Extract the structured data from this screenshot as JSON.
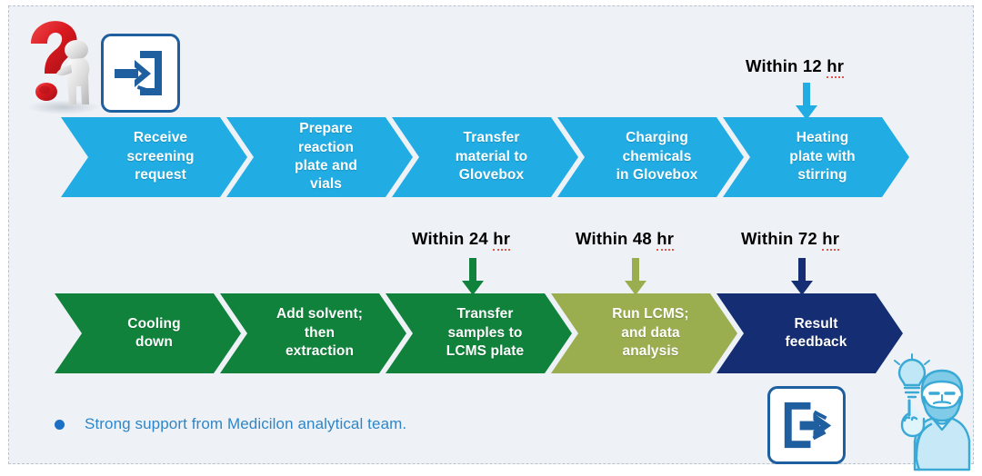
{
  "slide": {
    "background_color": "#eef2f7",
    "border_style": "dashed"
  },
  "colors": {
    "cyan": "#21ade4",
    "dark_green": "#11823b",
    "olive_green": "#9aae50",
    "navy": "#152d72",
    "bullet_blue": "#2e86c8",
    "icon_blue": "#1f5fa0",
    "question_mark_red": "#d71920"
  },
  "top_row": {
    "color": "#21ade4",
    "steps": [
      {
        "label": "Receive\nscreening\nrequest"
      },
      {
        "label": "Prepare\nreaction\nplate and\nvials"
      },
      {
        "label": "Transfer\nmaterial to\nGlovebox"
      },
      {
        "label": "Charging\nchemicals\nin Glovebox"
      },
      {
        "label": "Heating\nplate with\nstirring"
      }
    ]
  },
  "bottom_row": {
    "steps": [
      {
        "label": "Cooling\ndown",
        "color": "#11823b"
      },
      {
        "label": "Add solvent;\nthen\nextraction",
        "color": "#11823b"
      },
      {
        "label": "Transfer\nsamples to\nLCMS plate",
        "color": "#11823b"
      },
      {
        "label": "Run LCMS;\nand data\nanalysis",
        "color": "#9aae50"
      },
      {
        "label": "Result\nfeedback",
        "color": "#152d72"
      }
    ]
  },
  "timing_callouts": [
    {
      "prefix": "Within 12 ",
      "unit": "hr",
      "arrow_color": "#21ade4"
    },
    {
      "prefix": "Within 24 ",
      "unit": "hr",
      "arrow_color": "#11823b"
    },
    {
      "prefix": "Within 48 ",
      "unit": "hr",
      "arrow_color": "#9aae50"
    },
    {
      "prefix": "Within 72 ",
      "unit": "hr",
      "arrow_color": "#152d72"
    }
  ],
  "footer": {
    "bullet_text": "Strong support from Medicilon analytical team."
  },
  "icons": {
    "login": "login-arrow-into-box-icon",
    "logout": "logout-arrow-out-of-box-icon",
    "question_mark": "question-mark-with-person-icon",
    "idea_man": "bearded-man-with-lightbulb-icon"
  }
}
